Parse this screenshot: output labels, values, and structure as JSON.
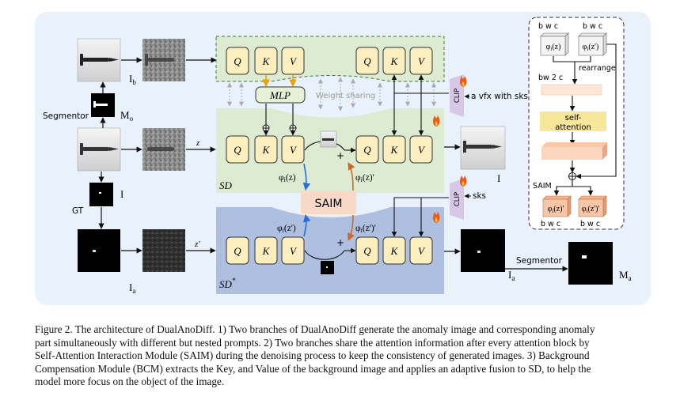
{
  "labels": {
    "I_b": "I",
    "I_b_sub": "b",
    "M_o": "M",
    "M_o_sub": "o",
    "segmentor_top": "Segmentor",
    "I_main": "I",
    "GT": "GT",
    "I_a": "I",
    "I_a_sub": "a",
    "z": "z",
    "z_prime": "z'",
    "SD": "SD",
    "SD_star": "SD",
    "SD_star_sup": "*",
    "MLP": "MLP",
    "weight_sharing": "Weight sharing",
    "SAIM": "SAIM",
    "phi_z": "φ",
    "phi_z_arg": "(z)",
    "phi_z_prime_out": "(z)'",
    "phi_zp_arg": "(z')",
    "phi_zp_prime_out": "(z')'",
    "phi_sub": "i",
    "plus": "+",
    "Q": "Q",
    "K": "K",
    "V": "V",
    "clip": "CLIP",
    "prompt_top": "a vfx with sks",
    "prompt_bottom": "sks",
    "I_out": "I",
    "I_a_out": "I",
    "I_a_out_sub": "a",
    "segmentor_bottom": "Segmentor",
    "M_a": "M",
    "M_a_sub": "a",
    "saim_panel": {
      "bwc_left": "b w c",
      "bwc_right": "b w c",
      "rearrange": "rearrange",
      "bw2c": "bw 2 c",
      "self_attention_1": "self-",
      "self_attention_2": "attention",
      "saim": "SAIM",
      "phi_z_prime": "(z)'",
      "phi_zp_prime": "(z')'",
      "bwc_bottom_left": "b w c",
      "bwc_bottom_right": "b w c"
    }
  },
  "caption": {
    "line1": "Figure 2.  The architecture of DualAnoDiff.  1) Two branches of DualAnoDiff generate the anomaly image and corresponding anomaly",
    "line2": "part simultaneously with different but nested prompts.  2) Two branches share the attention information after every attention block by",
    "line3": "Self-Attention Interaction Module (SAIM) during the denoising process to keep the consistency of generated images.  3) Background",
    "line4": "Compensation Module (BCM) extracts the Key, and Value of the background image and applies an adaptive fusion to SD, to help the",
    "line5": "model more focus on the object of the image."
  },
  "colors": {
    "panel_bg": "#e9f1fb",
    "green_block": "#dcebd2",
    "blue_block": "#aebfdf",
    "qkv_fill": "#fbefc0",
    "saim_fill": "#f8d9c8",
    "mlp_fill": "#e6f2d8",
    "clip_fill": "#d6c8e4",
    "attn_fill": "#f6e79a",
    "orange_arrow": "#f0a000",
    "blue_arrow": "#2a6fd6",
    "brown_arrow": "#c86a2a"
  }
}
